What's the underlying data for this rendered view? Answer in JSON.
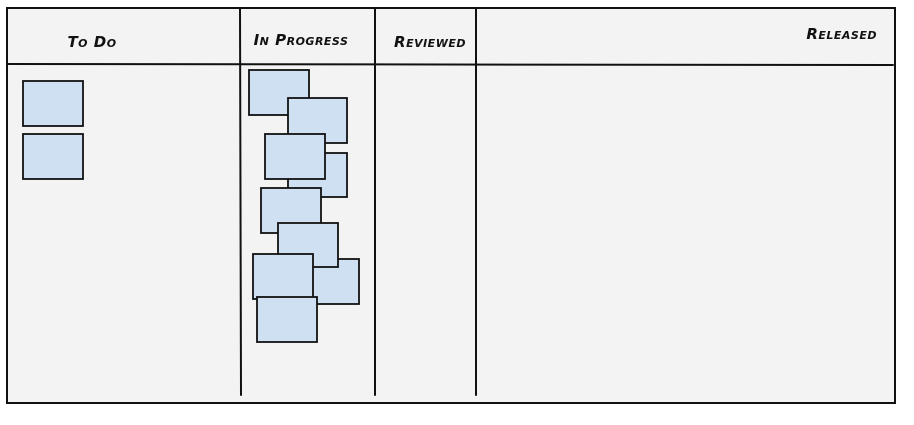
{
  "board": {
    "background": "#f3f3f3",
    "card_color": "#cfe0f3",
    "line_color": "#111111"
  },
  "columns": [
    {
      "key": "todo",
      "title": "To Do",
      "card_count": 2
    },
    {
      "key": "in_progress",
      "title": "In Progress",
      "card_count": 9
    },
    {
      "key": "reviewed",
      "title": "Reviewed",
      "card_count": 0
    },
    {
      "key": "released",
      "title": "Released",
      "card_count": 0
    }
  ]
}
